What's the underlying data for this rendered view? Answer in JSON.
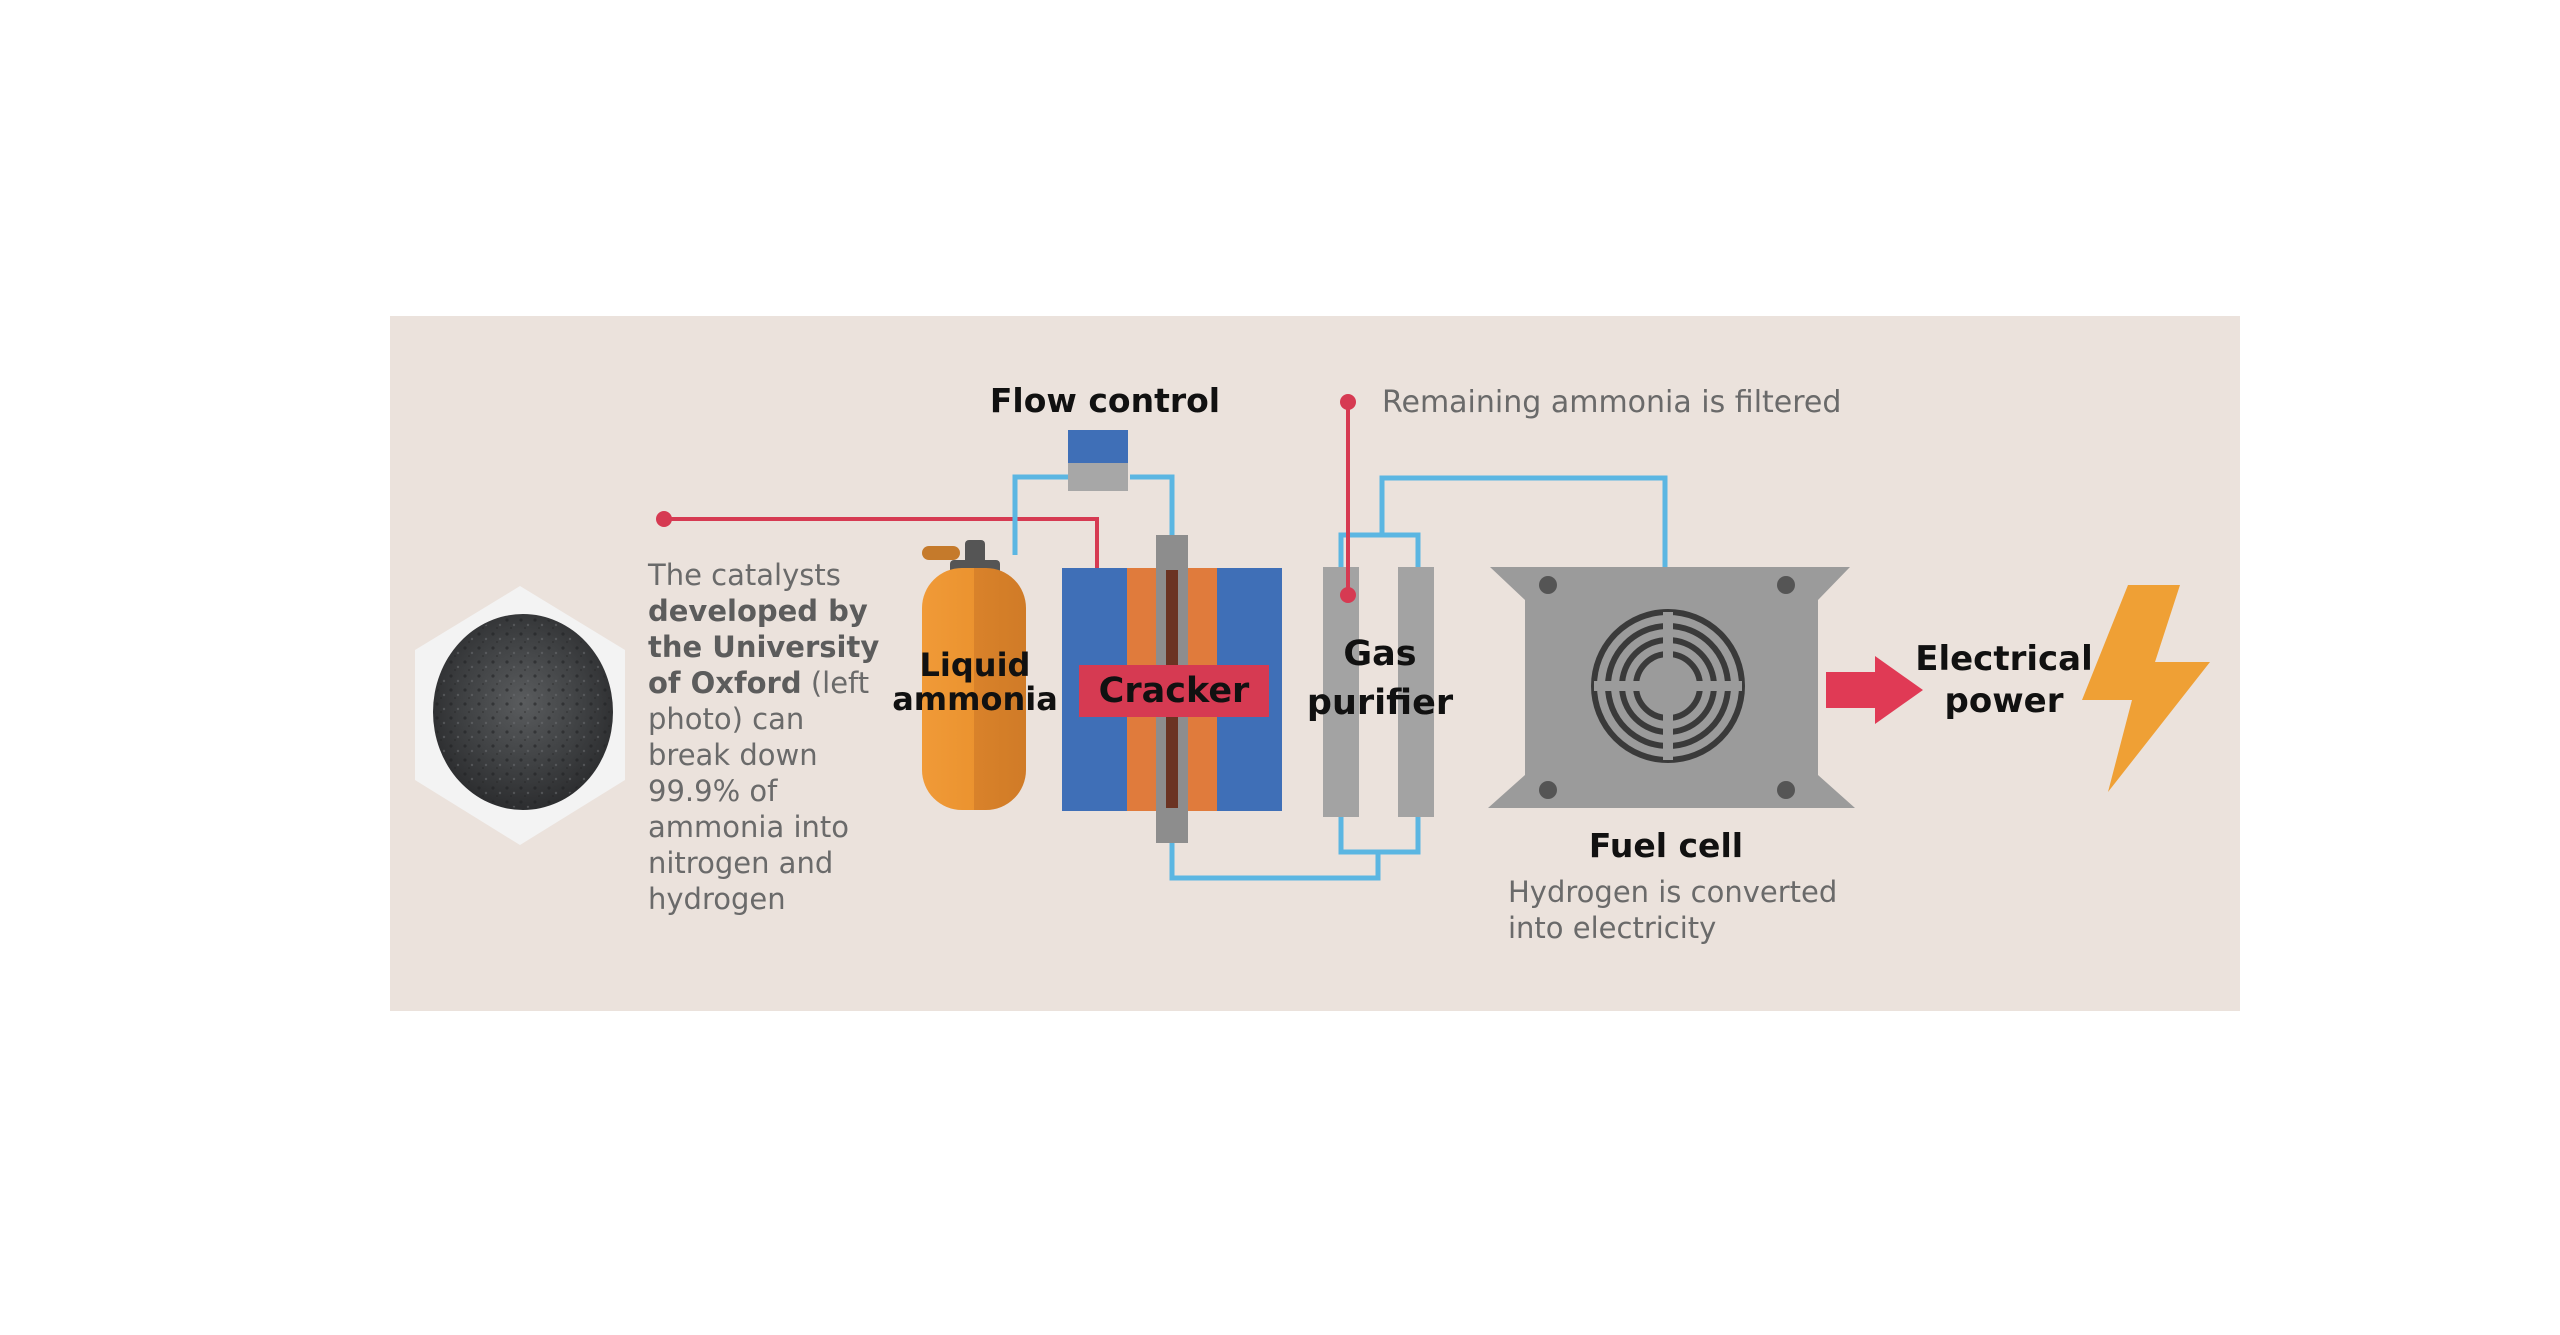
{
  "labels": {
    "flow_control": "Flow control",
    "remaining_note": "Remaining ammonia is filtered",
    "catalyst_line1": "The catalysts",
    "catalyst_line2": "developed by",
    "catalyst_line3": "the University",
    "catalyst_line4_bold": "of Oxford",
    "catalyst_line4_rest": " (left",
    "catalyst_line5": "photo) can",
    "catalyst_line6": "break down",
    "catalyst_line7": "99.9% of",
    "catalyst_line8": "ammonia into",
    "catalyst_line9": "nitrogen and",
    "catalyst_line10": "hydrogen",
    "liquid_line1": "Liquid",
    "liquid_line2": "ammonia",
    "cracker": "Cracker",
    "gas_line1": "Gas",
    "gas_line2": "purifier",
    "fuel_cell": "Fuel cell",
    "fuel_desc_line1": "Hydrogen is converted",
    "fuel_desc_line2": "into electricity",
    "power_line1": "Electrical",
    "power_line2": "power"
  },
  "colors": {
    "panel": "#ebe2dc",
    "pipe": "#5bb6e2",
    "callout": "#d63a52",
    "tank": "#e88f2e",
    "cracker_blue": "#3f6fb7",
    "cracker_orange": "#e07b3c",
    "cracker_label": "#d63a52",
    "metal_grey": "#9b9b9b",
    "lightning": "#efa035",
    "arrow": "#e03a55"
  },
  "icons": [
    "catalyst-powder-photo",
    "fan-icon",
    "lightning-bolt-icon",
    "right-arrow-icon"
  ]
}
